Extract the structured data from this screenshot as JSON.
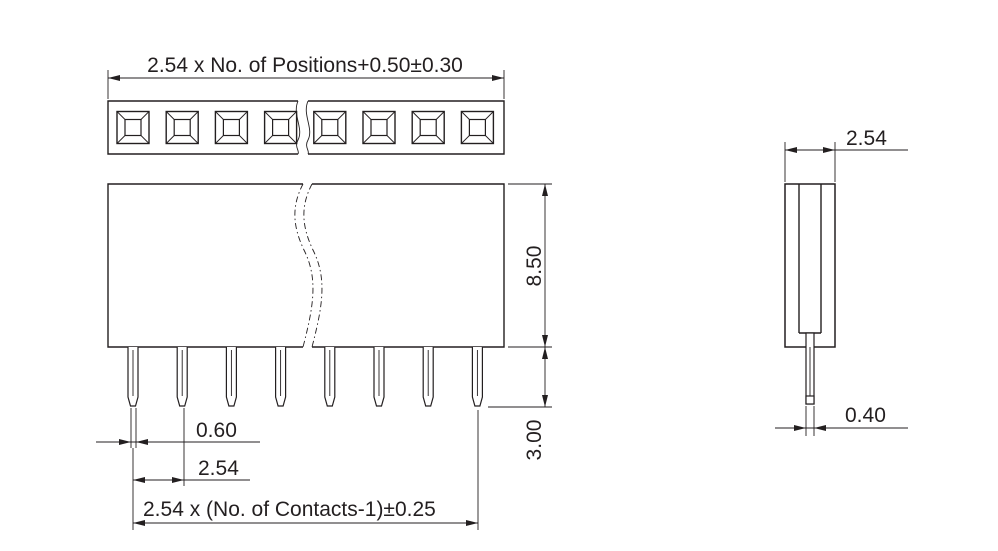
{
  "dimensions": {
    "overall_length": "2.54 x No. of Positions+0.50±0.30",
    "pin_width": "0.60",
    "pitch": "2.54",
    "contact_span": "2.54 x (No. of Contacts-1)±0.25",
    "body_height": "8.50",
    "pin_length": "3.00",
    "side_width": "2.54",
    "side_pin_thickness": "0.40"
  },
  "top_view_positions": 8,
  "front_view_pins": 8
}
